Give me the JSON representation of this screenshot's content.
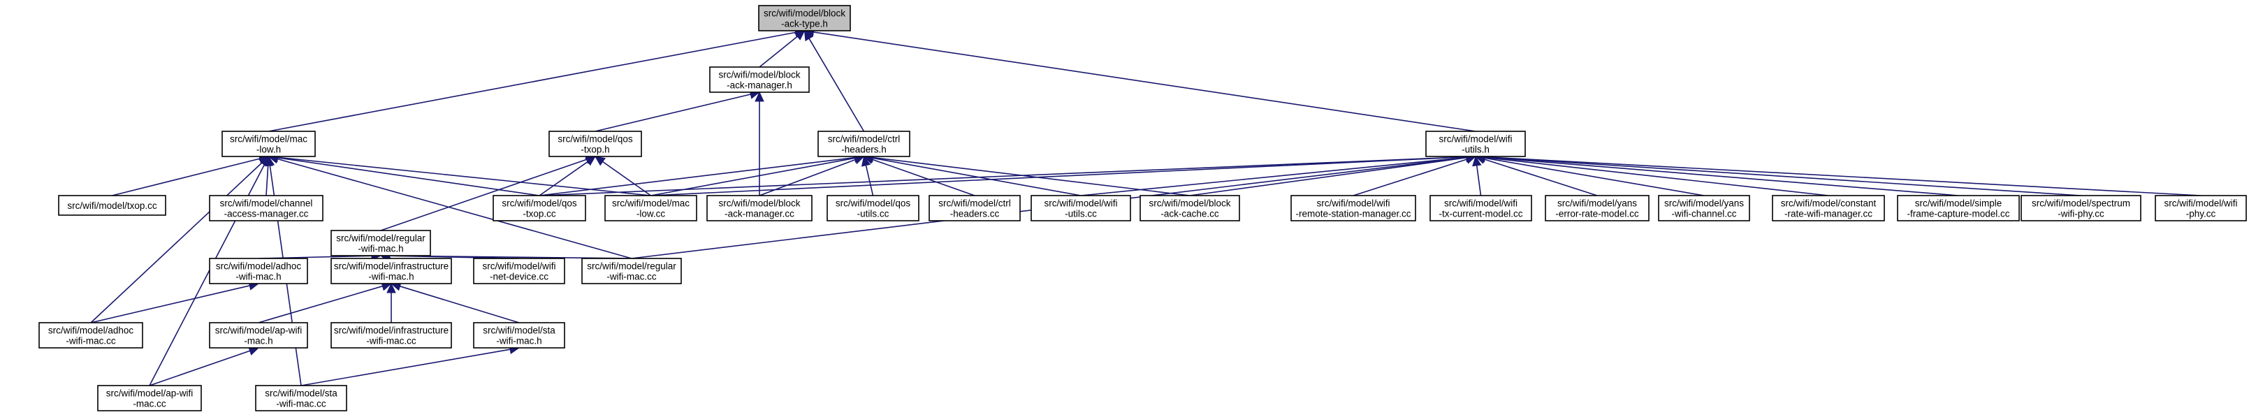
{
  "graph": {
    "nodes": [
      {
        "id": "n0",
        "lines": [
          "src/wifi/model/block",
          "-ack-type.h"
        ],
        "root": true
      },
      {
        "id": "n1",
        "lines": [
          "src/wifi/model/block",
          "-ack-manager.h"
        ]
      },
      {
        "id": "n2",
        "lines": [
          "src/wifi/model/mac",
          "-low.h"
        ]
      },
      {
        "id": "n3",
        "lines": [
          "src/wifi/model/qos",
          "-txop.h"
        ]
      },
      {
        "id": "n4",
        "lines": [
          "src/wifi/model/ctrl",
          "-headers.h"
        ]
      },
      {
        "id": "n5",
        "lines": [
          "src/wifi/model/wifi",
          "-utils.h"
        ]
      },
      {
        "id": "n6",
        "lines": [
          "src/wifi/model/txop.cc"
        ]
      },
      {
        "id": "n7",
        "lines": [
          "src/wifi/model/channel",
          "-access-manager.cc"
        ]
      },
      {
        "id": "n8",
        "lines": [
          "src/wifi/model/regular",
          "-wifi-mac.h"
        ]
      },
      {
        "id": "n9",
        "lines": [
          "src/wifi/model/qos",
          "-txop.cc"
        ]
      },
      {
        "id": "n10",
        "lines": [
          "src/wifi/model/mac",
          "-low.cc"
        ]
      },
      {
        "id": "n11",
        "lines": [
          "src/wifi/model/block",
          "-ack-manager.cc"
        ]
      },
      {
        "id": "n12",
        "lines": [
          "src/wifi/model/qos",
          "-utils.cc"
        ]
      },
      {
        "id": "n13",
        "lines": [
          "src/wifi/model/ctrl",
          "-headers.cc"
        ]
      },
      {
        "id": "n14",
        "lines": [
          "src/wifi/model/wifi",
          "-utils.cc"
        ]
      },
      {
        "id": "n15",
        "lines": [
          "src/wifi/model/block",
          "-ack-cache.cc"
        ]
      },
      {
        "id": "n16",
        "lines": [
          "src/wifi/model/wifi",
          "-remote-station-manager.cc"
        ]
      },
      {
        "id": "n17",
        "lines": [
          "src/wifi/model/wifi",
          "-tx-current-model.cc"
        ]
      },
      {
        "id": "n18",
        "lines": [
          "src/wifi/model/yans",
          "-error-rate-model.cc"
        ]
      },
      {
        "id": "n19",
        "lines": [
          "src/wifi/model/yans",
          "-wifi-channel.cc"
        ]
      },
      {
        "id": "n20",
        "lines": [
          "src/wifi/model/constant",
          "-rate-wifi-manager.cc"
        ]
      },
      {
        "id": "n21",
        "lines": [
          "src/wifi/model/simple",
          "-frame-capture-model.cc"
        ]
      },
      {
        "id": "n22",
        "lines": [
          "src/wifi/model/spectrum",
          "-wifi-phy.cc"
        ]
      },
      {
        "id": "n23",
        "lines": [
          "src/wifi/model/wifi",
          "-phy.cc"
        ]
      },
      {
        "id": "n24",
        "lines": [
          "src/wifi/model/adhoc",
          "-wifi-mac.h"
        ]
      },
      {
        "id": "n25",
        "lines": [
          "src/wifi/model/infrastructure",
          "-wifi-mac.h"
        ]
      },
      {
        "id": "n26",
        "lines": [
          "src/wifi/model/wifi",
          "-net-device.cc"
        ]
      },
      {
        "id": "n27",
        "lines": [
          "src/wifi/model/regular",
          "-wifi-mac.cc"
        ]
      },
      {
        "id": "n28",
        "lines": [
          "src/wifi/model/adhoc",
          "-wifi-mac.cc"
        ]
      },
      {
        "id": "n29",
        "lines": [
          "src/wifi/model/ap-wifi",
          "-mac.h"
        ]
      },
      {
        "id": "n30",
        "lines": [
          "src/wifi/model/infrastructure",
          "-wifi-mac.cc"
        ]
      },
      {
        "id": "n31",
        "lines": [
          "src/wifi/model/sta",
          "-wifi-mac.h"
        ]
      },
      {
        "id": "n32",
        "lines": [
          "src/wifi/model/ap-wifi",
          "-mac.cc"
        ]
      },
      {
        "id": "n33",
        "lines": [
          "src/wifi/model/sta",
          "-wifi-mac.cc"
        ]
      }
    ],
    "edges": [
      [
        "n1",
        "n0"
      ],
      [
        "n2",
        "n0"
      ],
      [
        "n4",
        "n0"
      ],
      [
        "n5",
        "n0"
      ],
      [
        "n3",
        "n1"
      ],
      [
        "n11",
        "n1"
      ],
      [
        "n6",
        "n2"
      ],
      [
        "n7",
        "n2"
      ],
      [
        "n9",
        "n2"
      ],
      [
        "n10",
        "n2"
      ],
      [
        "n27",
        "n2"
      ],
      [
        "n28",
        "n2"
      ],
      [
        "n32",
        "n2"
      ],
      [
        "n33",
        "n2"
      ],
      [
        "n8",
        "n3"
      ],
      [
        "n9",
        "n3"
      ],
      [
        "n10",
        "n3"
      ],
      [
        "n9",
        "n4"
      ],
      [
        "n10",
        "n4"
      ],
      [
        "n11",
        "n4"
      ],
      [
        "n12",
        "n4"
      ],
      [
        "n13",
        "n4"
      ],
      [
        "n14",
        "n4"
      ],
      [
        "n15",
        "n4"
      ],
      [
        "n10",
        "n5"
      ],
      [
        "n9",
        "n5"
      ],
      [
        "n14",
        "n5"
      ],
      [
        "n15",
        "n5"
      ],
      [
        "n16",
        "n5"
      ],
      [
        "n17",
        "n5"
      ],
      [
        "n18",
        "n5"
      ],
      [
        "n19",
        "n5"
      ],
      [
        "n20",
        "n5"
      ],
      [
        "n21",
        "n5"
      ],
      [
        "n22",
        "n5"
      ],
      [
        "n23",
        "n5"
      ],
      [
        "n27",
        "n5"
      ],
      [
        "n24",
        "n8"
      ],
      [
        "n25",
        "n8"
      ],
      [
        "n26",
        "n8"
      ],
      [
        "n27",
        "n8"
      ],
      [
        "n28",
        "n24"
      ],
      [
        "n29",
        "n25"
      ],
      [
        "n30",
        "n25"
      ],
      [
        "n31",
        "n25"
      ],
      [
        "n32",
        "n29"
      ],
      [
        "n33",
        "n31"
      ]
    ]
  }
}
